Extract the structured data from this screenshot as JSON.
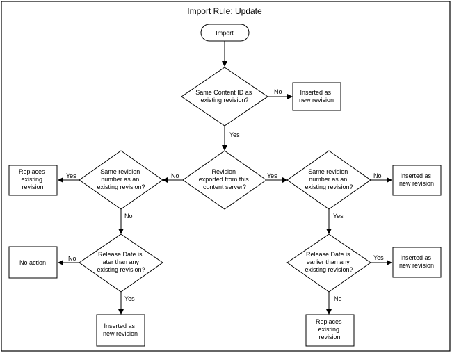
{
  "title": "Import Rule: Update",
  "nodes": {
    "start": [
      "Import"
    ],
    "d1": [
      "Same Content ID as",
      "existing revision?"
    ],
    "r1": [
      "Inserted as",
      "new revision"
    ],
    "d2": [
      "Revision",
      "exported from this",
      "content server?"
    ],
    "dl": [
      "Same revision",
      "number as an",
      "existing revision?"
    ],
    "rl": [
      "Replaces",
      "existing",
      "revision"
    ],
    "dr": [
      "Same revision",
      "number as an",
      "existing revision?"
    ],
    "rr": [
      "Inserted as",
      "new revision"
    ],
    "dl2": [
      "Release Date is",
      "later than any",
      "existing revision?"
    ],
    "rl2": [
      "No action"
    ],
    "rl3": [
      "Inserted as",
      "new revision"
    ],
    "dr2": [
      "Release Date is",
      "earlier than any",
      "existing revision?"
    ],
    "rr2": [
      "Inserted as",
      "new revision"
    ],
    "rr3": [
      "Replaces",
      "existing",
      "revision"
    ]
  },
  "edge_labels": {
    "d1_no": "No",
    "d1_yes": "Yes",
    "d2_no": "No",
    "d2_yes": "Yes",
    "dl_yes": "Yes",
    "dl_no": "No",
    "dr_no": "No",
    "dr_yes": "Yes",
    "dl2_no": "No",
    "dl2_yes": "Yes",
    "dr2_yes": "Yes",
    "dr2_no": "No"
  }
}
